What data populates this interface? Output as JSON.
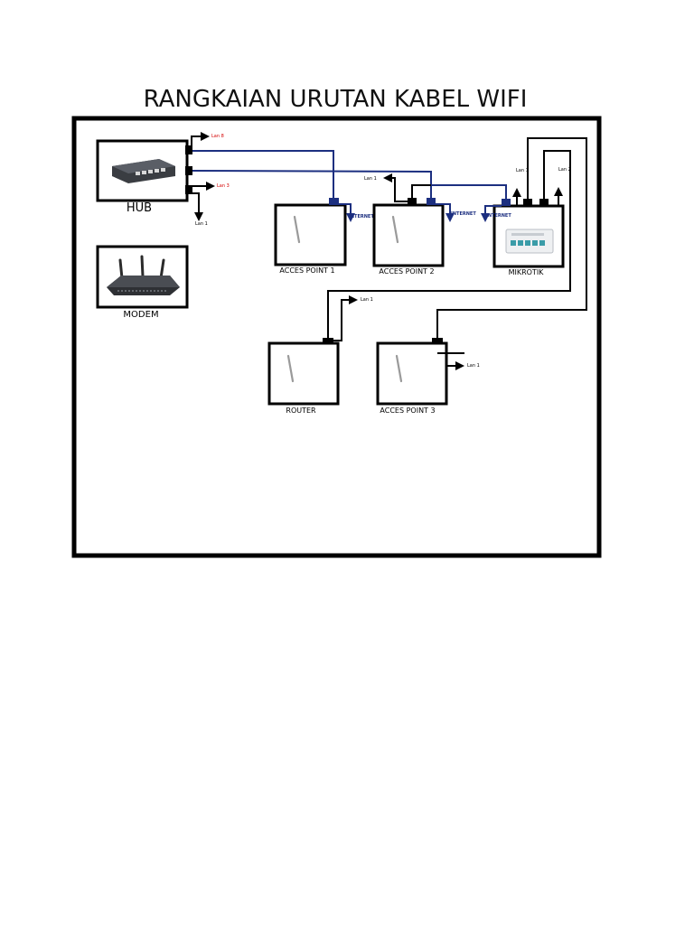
{
  "title": "RANGKAIAN URUTAN KABEL WIFI",
  "devices": {
    "hub": "HUB",
    "modem": "MODEM",
    "ap1": "ACCES POINT 1",
    "ap2": "ACCES POINT 2",
    "mikrotik": "MIKROTIK",
    "router": "ROUTER",
    "ap3": "ACCES POINT 3"
  },
  "ports": {
    "hub_top": "Lan 8",
    "hub_mid": "Lan 3",
    "hub_bottom": "Lan 1",
    "ap1_internet": "INTERNET",
    "ap2_lan": "Lan 1",
    "ap2_internet": "INTERNET",
    "mikrotik_internet": "INTERNET",
    "mikrotik_lan1": "Lan 1",
    "mikrotik_lan2": "Lan 2",
    "router_lan": "Lan 1",
    "ap3_lan": "Lan 1"
  },
  "colors": {
    "cable_blue": "#1c2f80",
    "label_red": "#d40000",
    "frame": "#000000"
  }
}
